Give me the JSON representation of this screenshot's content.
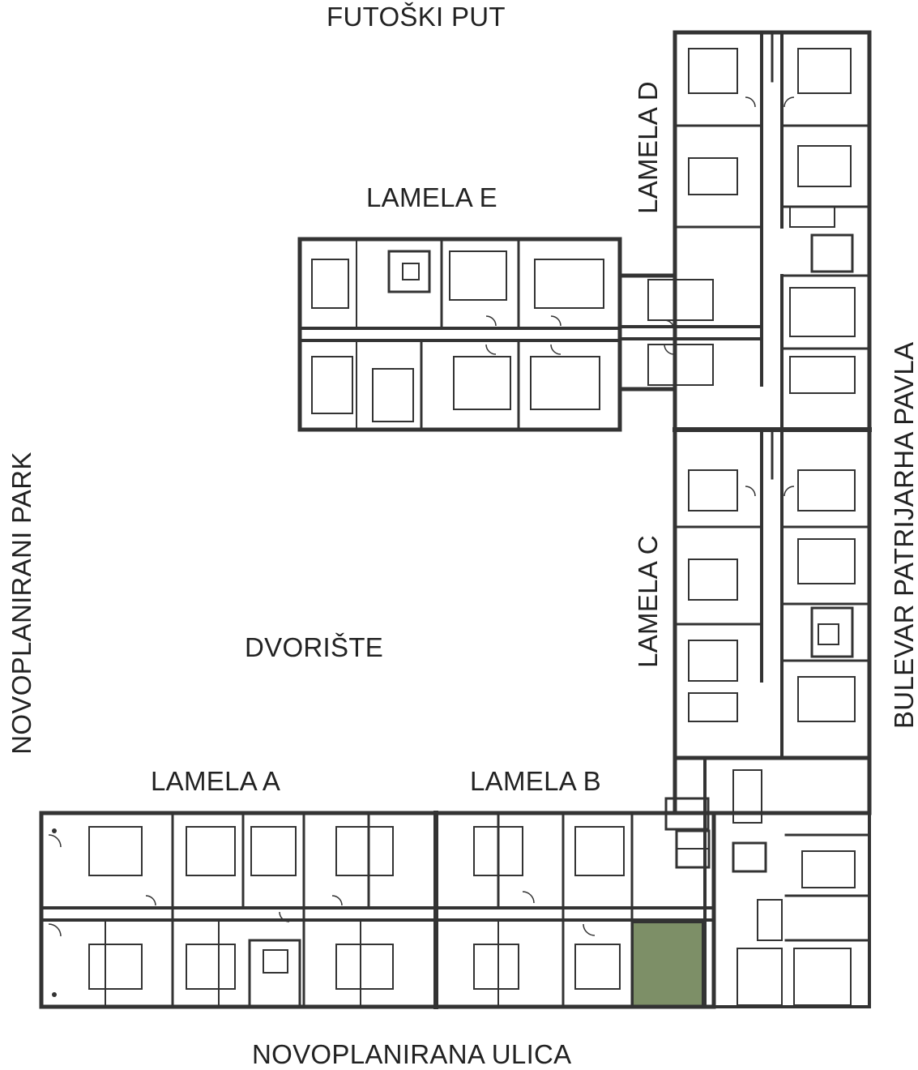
{
  "streets": {
    "top": "FUTOŠKI PUT",
    "bottom": "NOVOPLANIRANA ULICA",
    "left": "NOVOPLANIRANI PARK",
    "right": "BULEVAR PATRIJARHA PAVLA"
  },
  "courtyard": "DVORIŠTE",
  "lamele": {
    "a": "LAMELA A",
    "b": "LAMELA B",
    "c": "LAMELA C",
    "d": "LAMELA D",
    "e": "LAMELA E"
  },
  "colors": {
    "wall": "#333333",
    "highlight_unit": "#7d8f67",
    "background": "#ffffff"
  }
}
